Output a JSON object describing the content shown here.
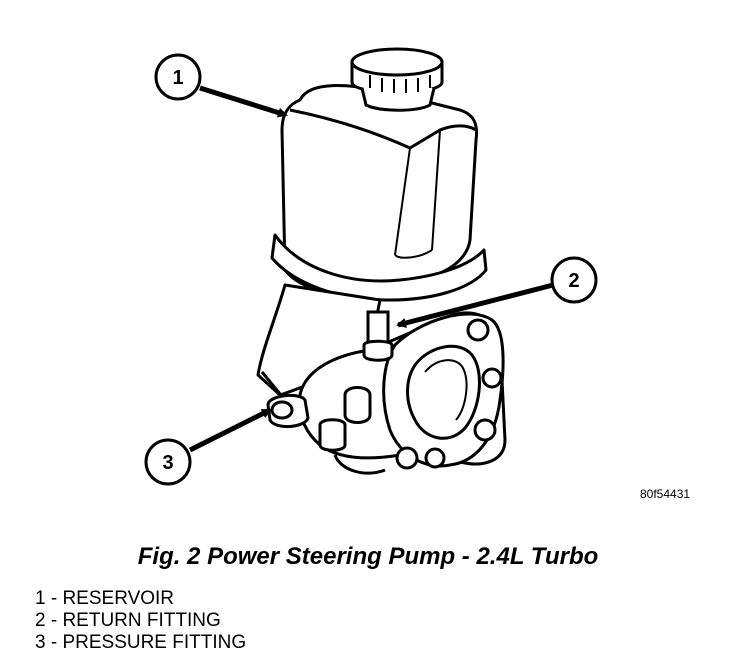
{
  "figure": {
    "code": "80f54431",
    "caption": "Fig. 2 Power Steering Pump - 2.4L Turbo",
    "callouts": [
      {
        "number": "1"
      },
      {
        "number": "2"
      },
      {
        "number": "3"
      }
    ]
  },
  "legend": [
    {
      "text": "1 - RESERVOIR"
    },
    {
      "text": "2 - RETURN FITTING"
    },
    {
      "text": "3 - PRESSURE FITTING"
    }
  ]
}
